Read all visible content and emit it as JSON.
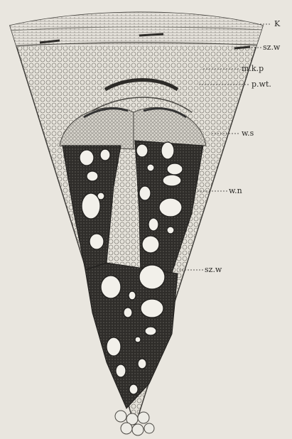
{
  "figure": {
    "labels": {
      "k": "K",
      "sz_w_top": "sz.w",
      "mkp": "m.k.p",
      "pwt": "p.wt.",
      "ws": "w.s",
      "wn": "w.n",
      "sz_w_mid": "sz.w"
    }
  }
}
